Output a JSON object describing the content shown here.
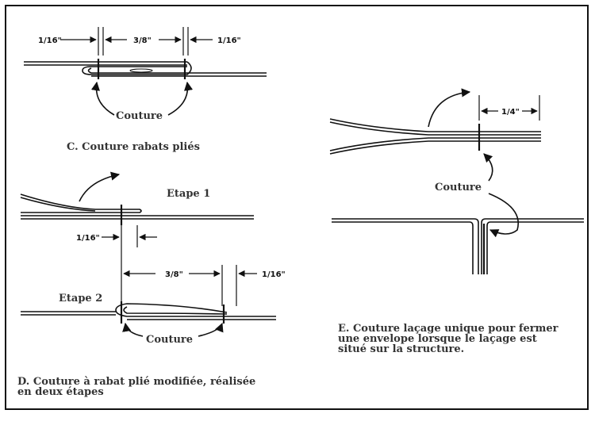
{
  "panel_c": {
    "dim_left": "1/16\"",
    "dim_mid": "3/8\"",
    "dim_right": "1/16\"",
    "seam_label": "Couture",
    "caption": "C. Couture rabats pliés"
  },
  "panel_d": {
    "step1_label": "Etape 1",
    "step1_dim": "1/16\"",
    "step2_label": "Etape 2",
    "step2_dim_mid": "3/8\"",
    "step2_dim_right": "1/16\"",
    "seam_label": "Couture",
    "caption_line1": "D. Couture à rabat plié modifiée, réalisée",
    "caption_line2": "en deux étapes"
  },
  "panel_e": {
    "dim": "1/4\"",
    "seam_label": "Couture",
    "caption_line1": "E. Couture laçage unique pour fermer",
    "caption_line2": "une envelope lorsque le laçage est",
    "caption_line3": "situé sur la structure."
  }
}
